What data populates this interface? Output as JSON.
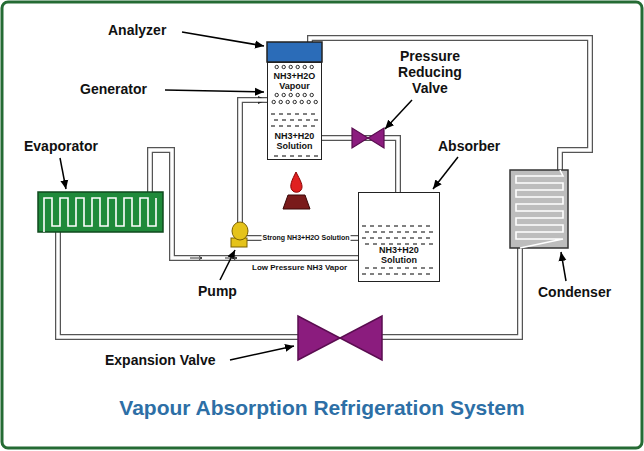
{
  "diagram": {
    "title": "Vapour Absorption Refrigeration System",
    "nodes": [
      {
        "text": [
          "NH3+H2O Vapour",
          "NH3+H20 Solution"
        ]
      },
      {
        "text": [
          "NH3+H20 Solution"
        ]
      }
    ],
    "edges": [
      {
        "from": 1,
        "to": 0,
        "label": "Strong NH3+H2O Solution",
        "arrow": "to"
      },
      {
        "from": 0,
        "to": 1,
        "arrow": "none"
      }
    ],
    "labels": [
      "Analyzer",
      "Generator",
      "Pressure Reducing Valve",
      "Evaporator",
      "Absorber",
      "Pump",
      "Condenser",
      "Expansion Valve",
      "Low Pressure NH3 Vapor"
    ]
  }
}
